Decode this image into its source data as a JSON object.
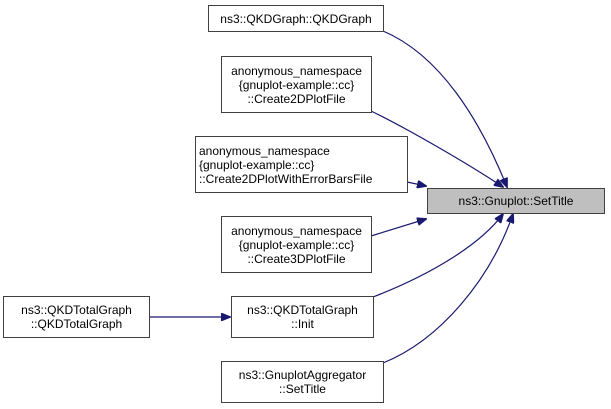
{
  "diagram": {
    "type": "call-graph",
    "edge_color": "#191970",
    "target_fill": "#bfbfbf",
    "target": {
      "id": "settitle",
      "lines": [
        "ns3::Gnuplot::SetTitle"
      ]
    },
    "nodes": [
      {
        "id": "qkdgraph",
        "lines": [
          "ns3::QKDGraph::QKDGraph"
        ]
      },
      {
        "id": "create2d",
        "lines": [
          "anonymous_namespace",
          "{gnuplot-example::cc}",
          "::Create2DPlotFile"
        ]
      },
      {
        "id": "create2derr",
        "lines": [
          "anonymous_namespace",
          "{gnuplot-example::cc}",
          "::Create2DPlotWithErrorBarsFile"
        ]
      },
      {
        "id": "create3d",
        "lines": [
          "anonymous_namespace",
          "{gnuplot-example::cc}",
          "::Create3DPlotFile"
        ]
      },
      {
        "id": "qkdtotalgraph",
        "lines": [
          "ns3::QKDTotalGraph",
          "::QKDTotalGraph"
        ]
      },
      {
        "id": "qkdinit",
        "lines": [
          "ns3::QKDTotalGraph",
          "::Init"
        ]
      },
      {
        "id": "aggsettitle",
        "lines": [
          "ns3::GnuplotAggregator",
          "::SetTitle"
        ]
      }
    ],
    "edges": [
      {
        "from": "qkdgraph",
        "to": "settitle"
      },
      {
        "from": "create2d",
        "to": "settitle"
      },
      {
        "from": "create2derr",
        "to": "settitle"
      },
      {
        "from": "create3d",
        "to": "settitle"
      },
      {
        "from": "qkdinit",
        "to": "settitle"
      },
      {
        "from": "aggsettitle",
        "to": "settitle"
      },
      {
        "from": "qkdtotalgraph",
        "to": "qkdinit"
      }
    ]
  }
}
